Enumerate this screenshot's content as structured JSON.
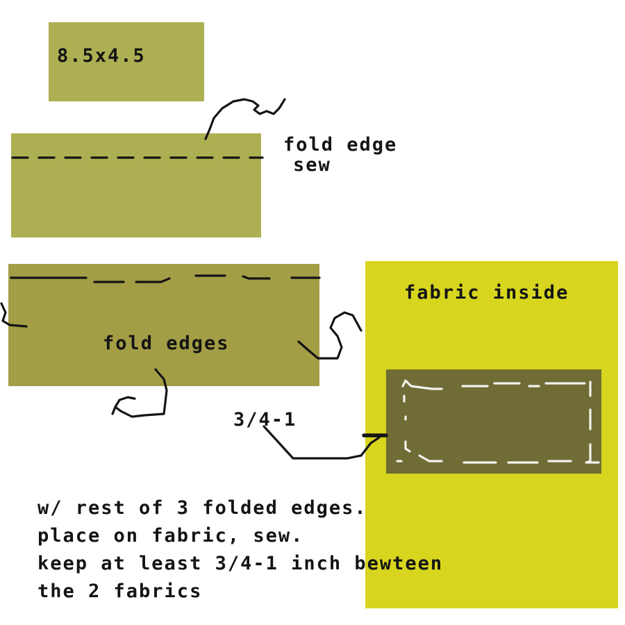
{
  "colors": {
    "piece_light": "#adb052",
    "piece_folded": "#a39d45",
    "fabric_bright": "#d8d51f",
    "inner_piece": "#6f6c35",
    "ink": "#141414",
    "chalk": "#f2f2ee"
  },
  "labels": {
    "size": "8.5x4.5",
    "fold_edge": "fold edge",
    "sew": "sew",
    "fold_edges": "fold edges",
    "fabric_inside": "fabric inside",
    "gap": "3/4-1"
  },
  "instructions": [
    "w/ rest of 3 folded edges.",
    "place on fabric, sew.",
    "keep at least 3/4-1 inch bewteen",
    "the 2 fabrics"
  ]
}
